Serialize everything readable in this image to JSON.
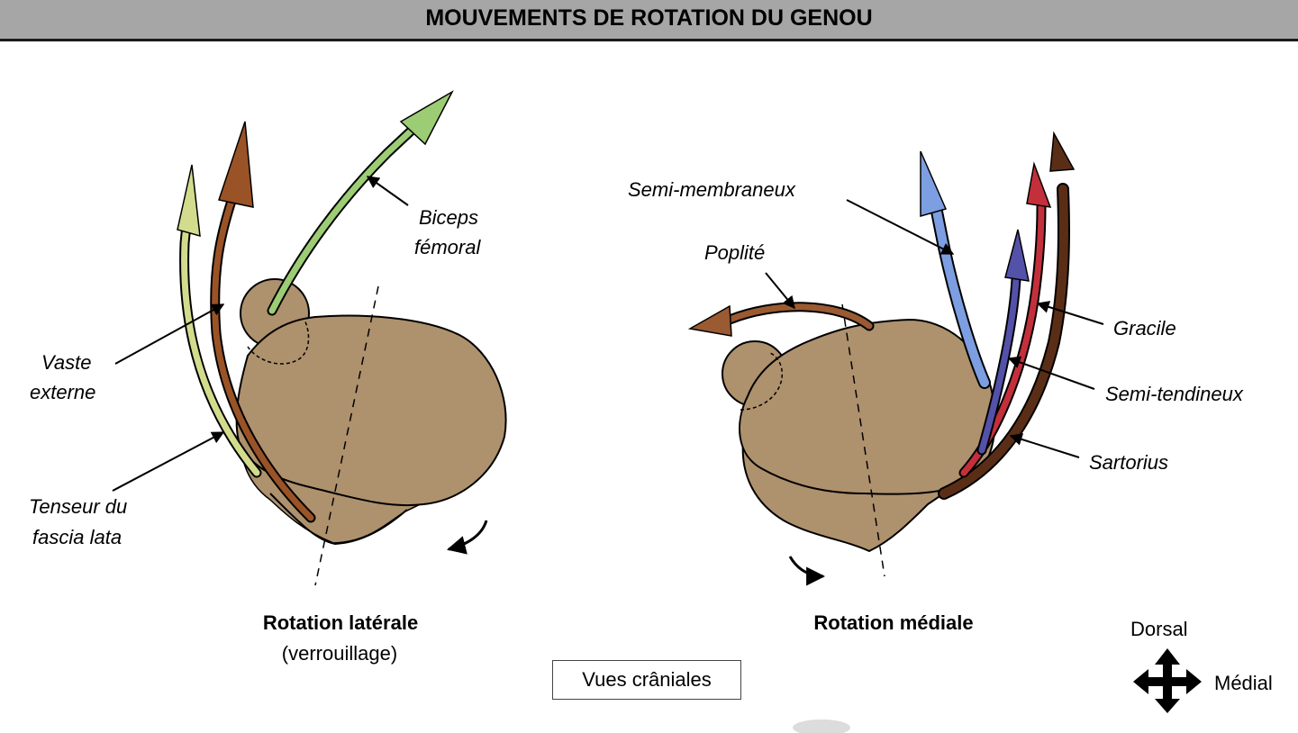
{
  "title": "MOUVEMENTS DE ROTATION DU GENOU",
  "left_view": {
    "caption": "Rotation latérale",
    "subcaption": "(verrouillage)",
    "labels": {
      "biceps_line1": "Biceps",
      "biceps_line2": "fémoral",
      "vaste_line1": "Vaste",
      "vaste_line2": "externe",
      "tenseur_line1": "Tenseur du",
      "tenseur_line2": "fascia lata"
    }
  },
  "right_view": {
    "caption": "Rotation médiale",
    "labels": {
      "semi_membraneux": "Semi-membraneux",
      "poplite": "Poplité",
      "gracile": "Gracile",
      "semi_tendineux": "Semi-tendineux",
      "sartorius": "Sartorius"
    }
  },
  "views_box": "Vues crâniales",
  "orientation": {
    "dorsal": "Dorsal",
    "medial": "Médial"
  },
  "colors": {
    "bone": "#ae916d",
    "title_bar": "#a6a6a6",
    "tenseur": "#d2dc8c",
    "vaste": "#9a5326",
    "biceps": "#9ccc74",
    "semi_membraneux": "#7d9ee0",
    "semi_tendineux": "#5451a8",
    "gracile": "#c3303c",
    "sartorius": "#5a2e16",
    "poplite": "#9a5a32"
  }
}
